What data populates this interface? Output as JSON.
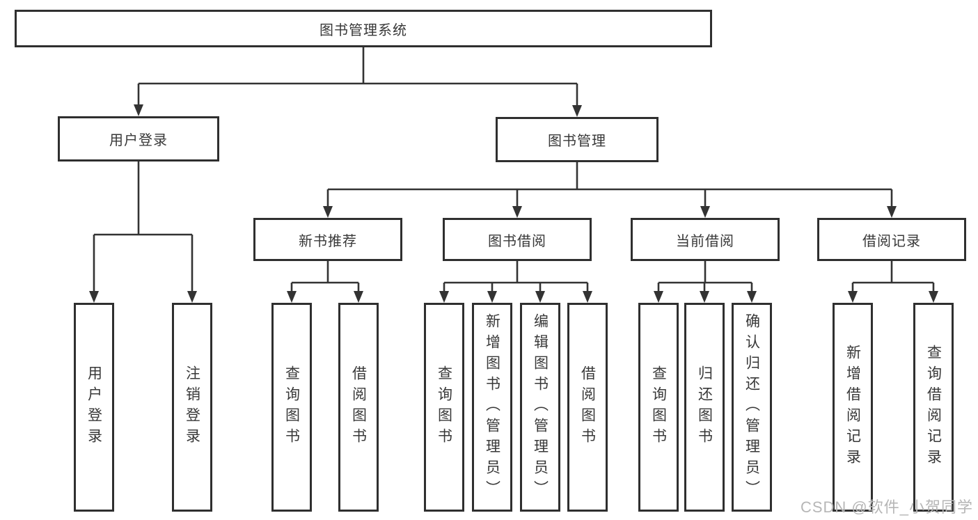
{
  "diagram": {
    "root": {
      "label": "图书管理系统"
    },
    "level2": [
      {
        "label": "用户登录"
      },
      {
        "label": "图书管理"
      }
    ],
    "level3": [
      {
        "label": "新书推荐"
      },
      {
        "label": "图书借阅"
      },
      {
        "label": "当前借阅"
      },
      {
        "label": "借阅记录"
      }
    ],
    "leaves": [
      {
        "label": "用户登录"
      },
      {
        "label": "注销登录"
      },
      {
        "label": "查询图书"
      },
      {
        "label": "借阅图书"
      },
      {
        "label": "查询图书"
      },
      {
        "label": "新增图书（管理员）"
      },
      {
        "label": "编辑图书（管理员）"
      },
      {
        "label": "借阅图书"
      },
      {
        "label": "查询图书"
      },
      {
        "label": "归还图书"
      },
      {
        "label": "确认归还（管理员）"
      },
      {
        "label": "新增借阅记录"
      },
      {
        "label": "查询借阅记录"
      }
    ],
    "colors": {
      "line": "#333333",
      "box_border": "#2f2f2f",
      "text": "#383838"
    }
  },
  "watermark": {
    "text": "CSDN @软件_小贺同学",
    "color": "#b6b6b6"
  }
}
